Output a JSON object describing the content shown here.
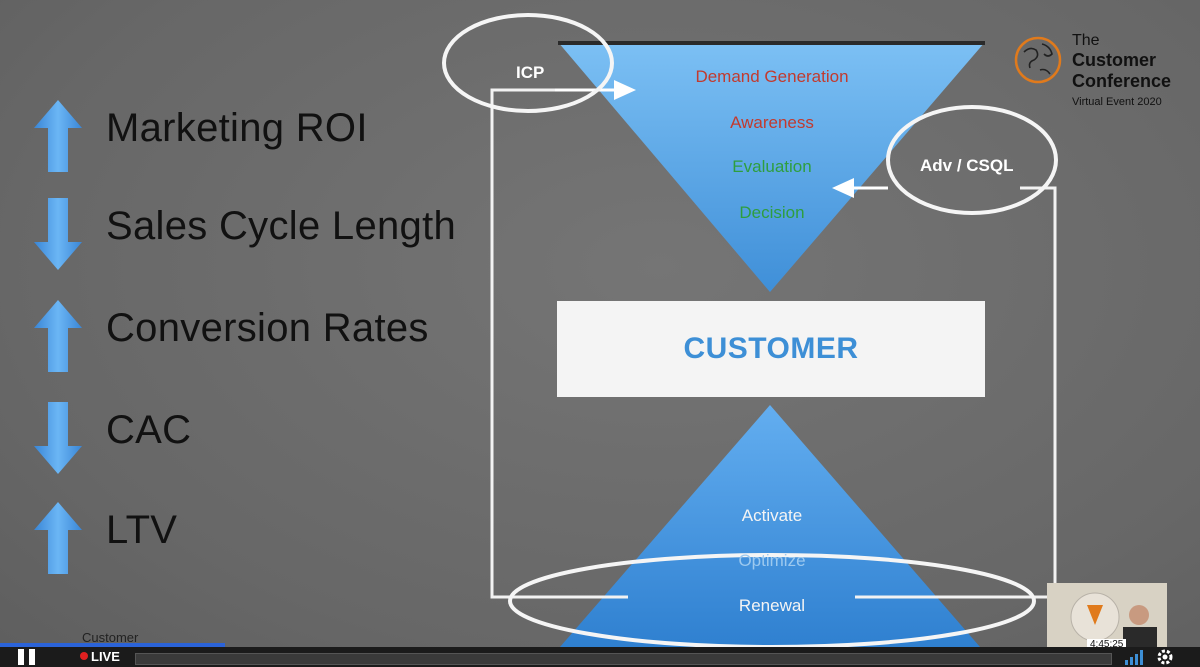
{
  "metrics": [
    {
      "direction": "up",
      "label": "Marketing ROI"
    },
    {
      "direction": "down",
      "label": "Sales Cycle Length"
    },
    {
      "direction": "up",
      "label": "Conversion Rates"
    },
    {
      "direction": "down",
      "label": "CAC"
    },
    {
      "direction": "up",
      "label": "LTV"
    }
  ],
  "funnel": {
    "stages": [
      {
        "label": "Demand Generation",
        "color": "#c23a2e"
      },
      {
        "label": "Awareness",
        "color": "#c23a2e"
      },
      {
        "label": "Evaluation",
        "color": "#2e9e3e"
      },
      {
        "label": "Decision",
        "color": "#2e9e3e"
      }
    ]
  },
  "customer_label": "CUSTOMER",
  "pyramid": {
    "stages": [
      {
        "label": "Activate"
      },
      {
        "label": "Optimize"
      },
      {
        "label": "Renewal"
      }
    ]
  },
  "ovals": {
    "icp": "ICP",
    "adv": "Adv / CSQL"
  },
  "logo": {
    "line1": "The",
    "line2": "Customer",
    "line3": "Conference",
    "line4": "Virtual Event 2020"
  },
  "brand_text": "Customer",
  "player": {
    "live_label": "LIVE",
    "timestamp": "4:45:25"
  },
  "colors": {
    "arrow_blue": "#4a9be8",
    "funnel_blue": "#5aa8ea",
    "customer_text": "#3d8fd6"
  },
  "icons": [
    "up-arrow-icon",
    "down-arrow-icon",
    "globe-icon",
    "pause-icon",
    "signal-icon",
    "gear-icon"
  ]
}
